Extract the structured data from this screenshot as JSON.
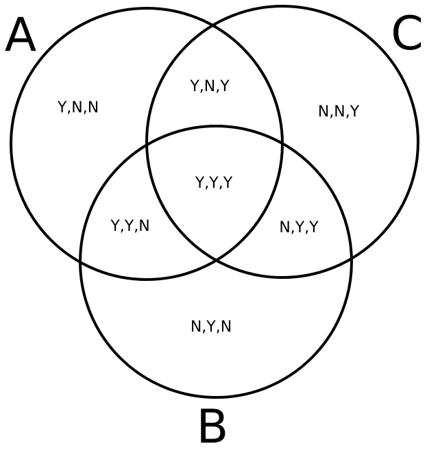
{
  "venn": {
    "sets": {
      "a": {
        "label": "A"
      },
      "b": {
        "label": "B"
      },
      "c": {
        "label": "C"
      }
    },
    "regions": {
      "a_only": "Y,N,N",
      "a_c": "Y,N,Y",
      "c_only": "N,N,Y",
      "a_b_c": "Y,Y,Y",
      "a_b": "Y,Y,N",
      "b_c": "N,Y,Y",
      "b_only": "N,Y,N"
    },
    "colors": {
      "stroke": "#000000",
      "background": "#ffffff"
    }
  }
}
